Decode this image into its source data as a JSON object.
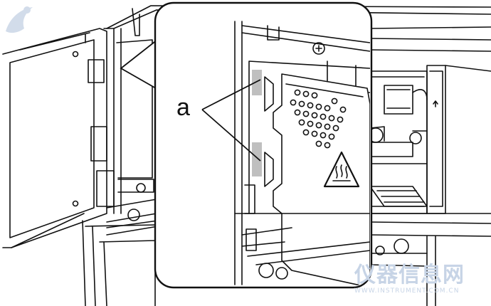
{
  "diagram": {
    "callout_label": "a",
    "zoom_panel": {
      "shows": [
        "cover-plate",
        "vent-holes",
        "hot-surface-warning"
      ],
      "marked_slots": 2
    }
  },
  "watermark": {
    "text": "仪器信息网",
    "subtext": "WWW.INSTRUMENT.COM.CN",
    "color": "#c7d4e6"
  }
}
